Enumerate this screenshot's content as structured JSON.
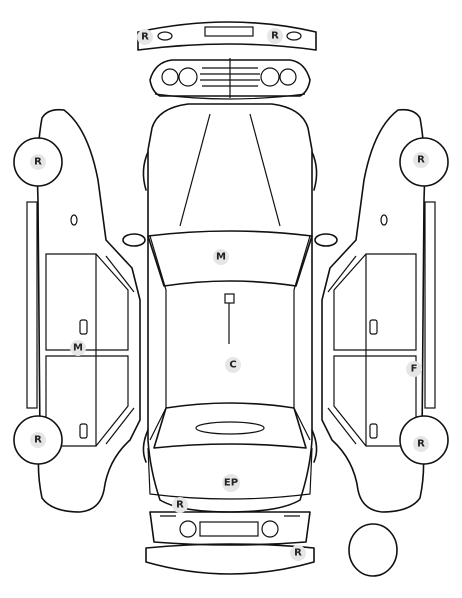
{
  "markers": {
    "front_bumper_left": "R",
    "front_bumper_right": "R",
    "left_front_wheel": "R",
    "left_side_panel": "M",
    "left_rear_wheel": "R",
    "hood": "M",
    "roof": "C",
    "trunk": "EP",
    "rear_panel": "R",
    "right_front_wheel": "R",
    "right_side_panel": "F",
    "right_rear_wheel": "R",
    "rear_bumper": "R"
  },
  "colors": {
    "outline": "#111111",
    "marker_fill": "#e6e6e6",
    "marker_text": "#222222",
    "background": "#ffffff"
  }
}
